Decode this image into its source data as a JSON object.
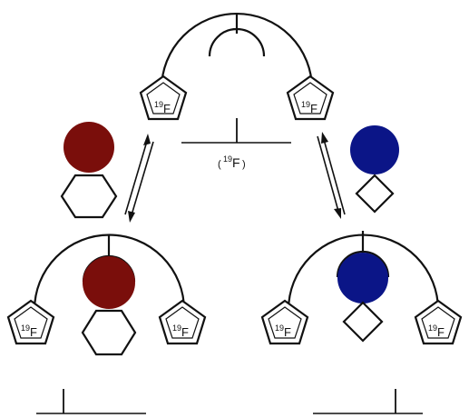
{
  "nucleus_label": "19",
  "element_label": "F",
  "free_probe_open": "(",
  "free_probe_close": ")",
  "colors": {
    "red_ligand": "#7a0e0b",
    "blue_ligand": "#0b1587",
    "stroke": "#111111",
    "background": "#ffffff"
  },
  "icons": [
    "fluorine-pentagon",
    "red-ligand-sphere",
    "blue-ligand-sphere",
    "hexagon-ring",
    "diamond-ring",
    "equilibrium-arrows",
    "nmr-spectrum-peak"
  ]
}
